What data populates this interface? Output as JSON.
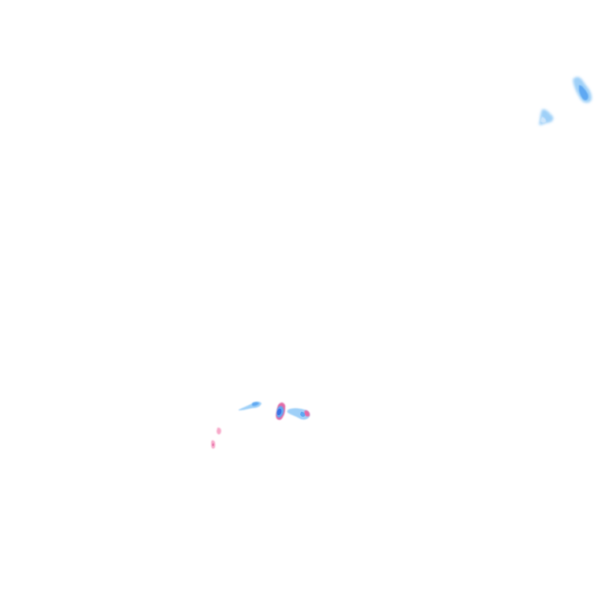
{
  "map": {
    "layer": "radar-precipitation-tile",
    "background_color": "#ffffff",
    "legend_colors": {
      "light_rain_pale": "#cfe6fb",
      "light_rain": "#9fd0f8",
      "moderate_rain": "#5ea8f2",
      "heavy_rain": "#3b73e6",
      "mixed_precip": "#f7a9c9",
      "mixed_precip_dark": "#e36aa6"
    },
    "echoes": [
      {
        "name": "echo-northeast-large",
        "intensity": "moderate"
      },
      {
        "name": "echo-northeast-small",
        "intensity": "light"
      },
      {
        "name": "echo-south-streak",
        "intensity": "light"
      },
      {
        "name": "echo-south-core",
        "intensity": "heavy"
      },
      {
        "name": "echo-south-east",
        "intensity": "moderate"
      },
      {
        "name": "echo-south-mixed",
        "intensity": "mixed"
      }
    ]
  }
}
